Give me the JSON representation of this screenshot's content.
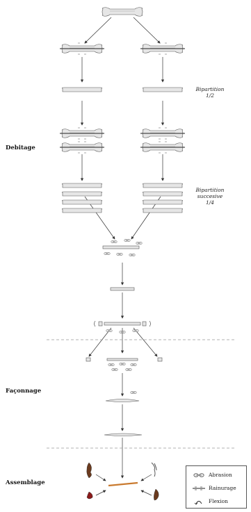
{
  "phases": {
    "debitage": "Debitage",
    "faconnage": "Façonnage",
    "assemblage": "Assemblage"
  },
  "notes": {
    "bipartition_half": [
      "Bipartition",
      "1/2"
    ],
    "bipartition_quarter": [
      "Bipartition",
      "succesive",
      "1/4"
    ]
  },
  "legend": {
    "abrasion": "Abrasion",
    "rainurage": "Rainurage",
    "flexion": "Flexion"
  },
  "colors": {
    "bone_fill": "#e6e6e6",
    "bone_stroke": "#555555",
    "arrow": "#333333",
    "separator": "#999999",
    "assembled_rod": "#c97a2e",
    "red_element": "#8b1a1a"
  }
}
